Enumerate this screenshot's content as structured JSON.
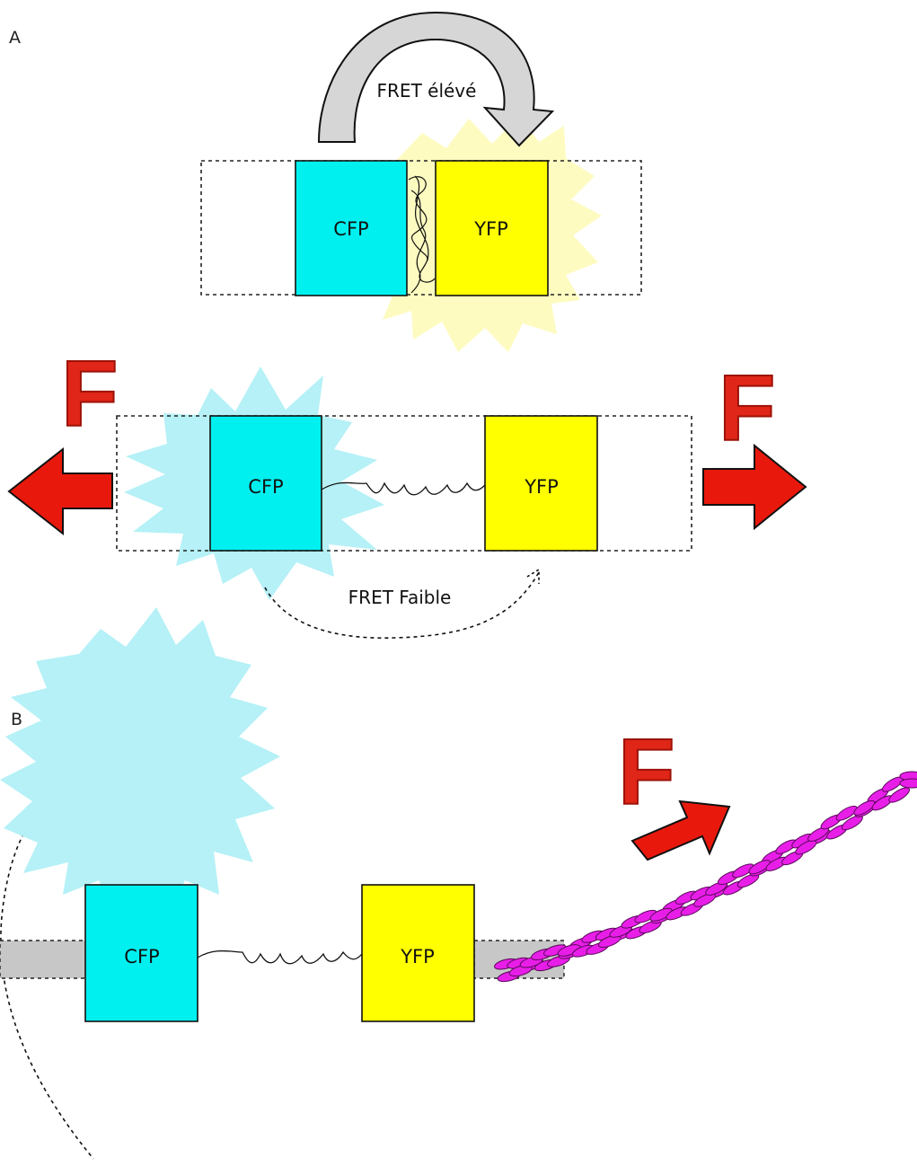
{
  "panels": {
    "a": {
      "label": "A"
    },
    "b": {
      "label": "B"
    }
  },
  "proteins": {
    "donor": "CFP",
    "acceptor": "YFP"
  },
  "fret": {
    "high": "FRET élévé",
    "low": "FRET  Faible"
  },
  "force": {
    "symbol": "F"
  },
  "colors": {
    "cfp": "#00f0f0",
    "yfp": "#ffff00",
    "cfp_glow": "#b5f1f7",
    "yfp_glow": "#fdfbc0",
    "force_arrow": "#e8190c",
    "transfer_arrow": "#d6d6d6",
    "filament": "#e81ee8",
    "anchor_bar": "#c7c7c7"
  }
}
